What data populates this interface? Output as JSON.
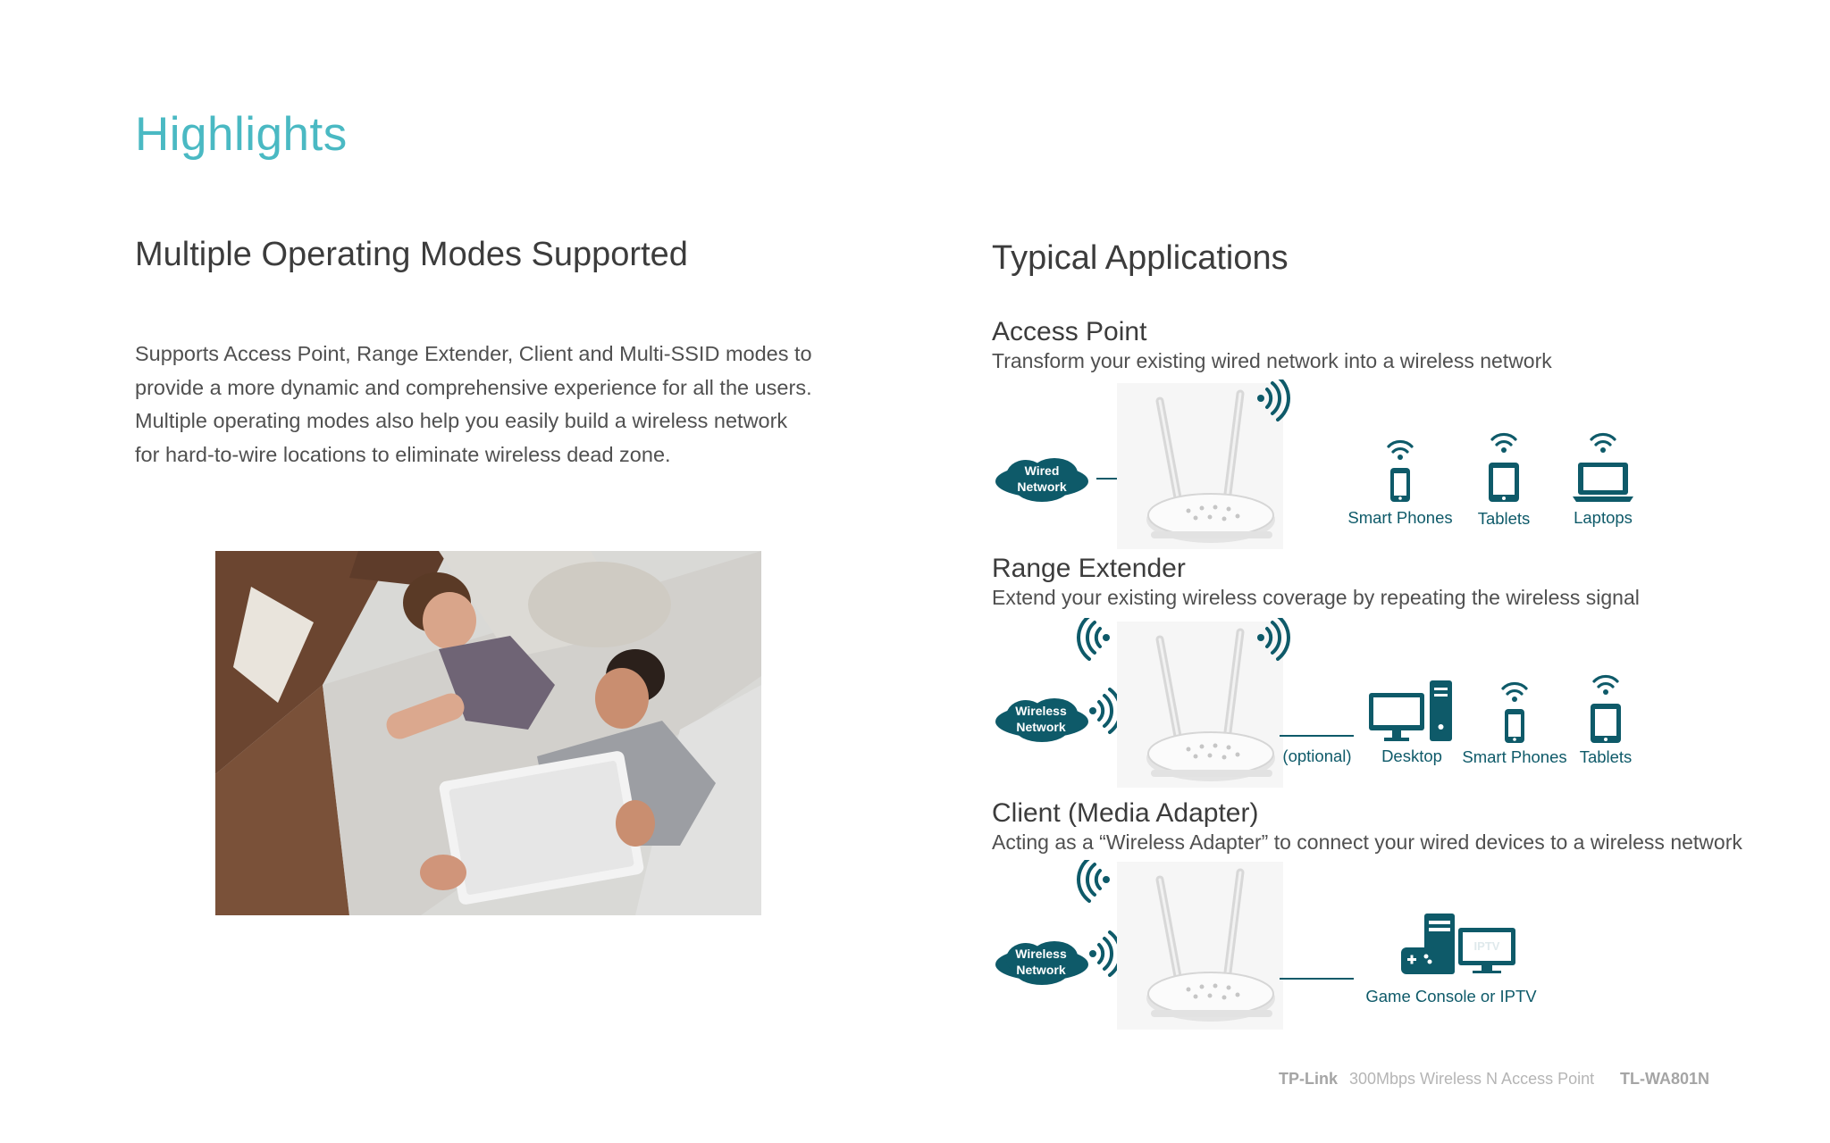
{
  "page": {
    "heading": "Highlights"
  },
  "left": {
    "title": "Multiple Operating Modes Supported",
    "description": "Supports Access Point, Range Extender, Client and Multi-SSID modes to provide a more dynamic and comprehensive experience for all the users. Multiple operating modes also help you easily build a wireless network for hard-to-wire locations to eliminate wireless dead zone."
  },
  "right": {
    "title": "Typical Applications",
    "sections": [
      {
        "title": "Access Point",
        "description": "Transform your existing wired network into a wireless network",
        "cloud_label": [
          "Wired",
          "Network"
        ],
        "devices": [
          "Smart Phones",
          "Tablets",
          "Laptops"
        ]
      },
      {
        "title": "Range Extender",
        "description": "Extend your existing wireless coverage by repeating the wireless signal",
        "cloud_label": [
          "Wireless",
          "Network"
        ],
        "optional_label": "(optional)",
        "devices": [
          "Desktop",
          "Smart Phones",
          "Tablets"
        ]
      },
      {
        "title": "Client (Media Adapter)",
        "description": "Acting as a “Wireless Adapter” to connect your wired devices to a wireless network",
        "cloud_label": [
          "Wireless",
          "Network"
        ],
        "devices": [
          "Game Console or IPTV"
        ],
        "screen_text": "IPTV"
      }
    ]
  },
  "footer": {
    "brand": "TP-Link",
    "product": "300Mbps Wireless N Access Point",
    "model": "TL-WA801N"
  },
  "colors": {
    "accent": "#4ab9c3",
    "icon": "#0e5a69",
    "heading": "#3c3c3c",
    "body": "#505050",
    "footer": "#b5b5b5"
  }
}
